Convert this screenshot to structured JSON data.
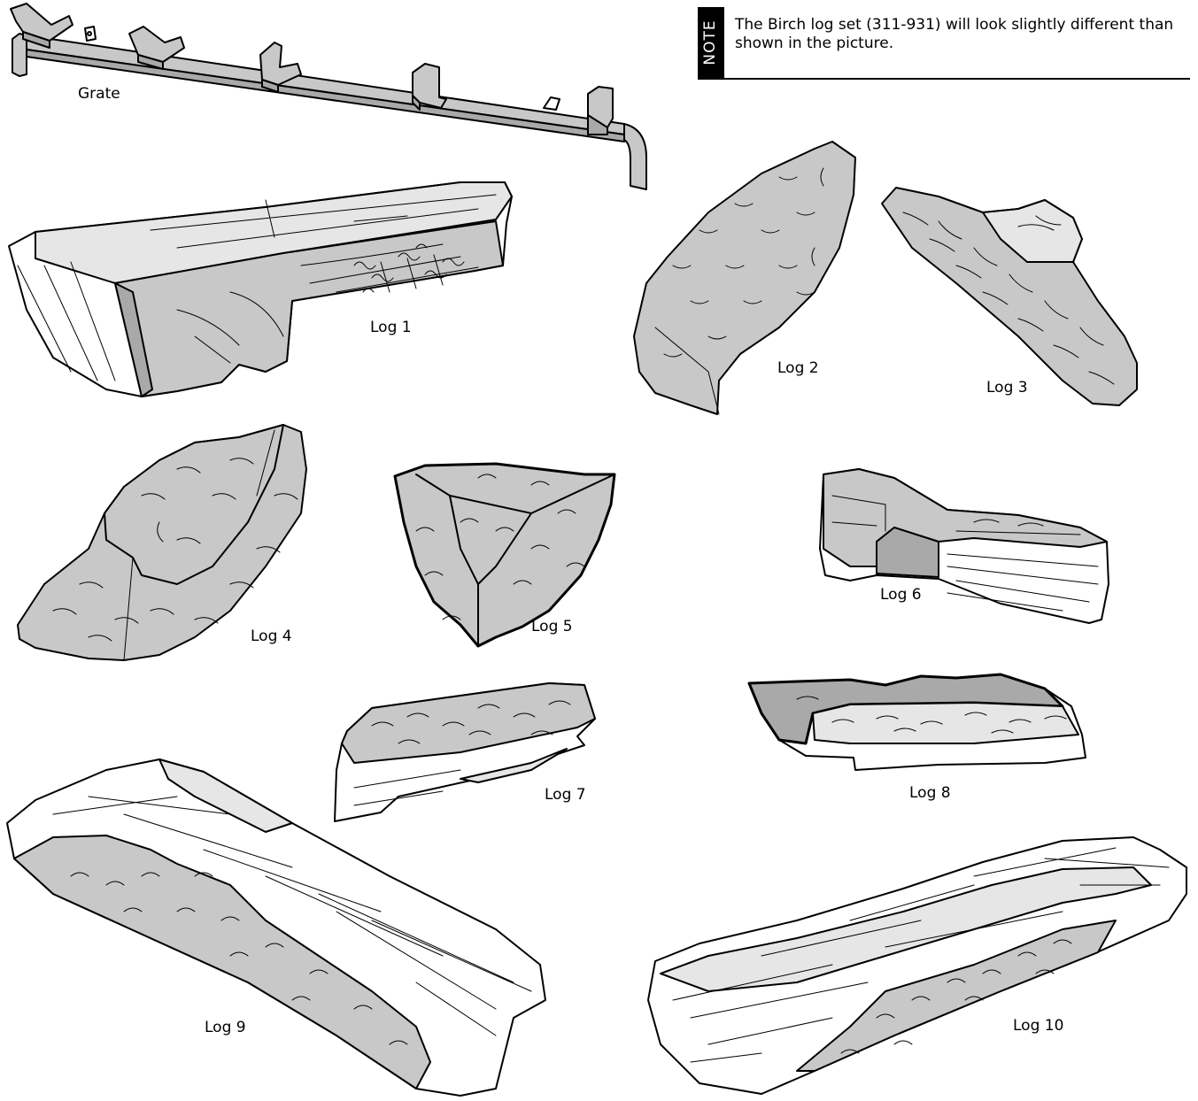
{
  "note": {
    "tag": "NOTE",
    "text": "The Birch log set (311-931) will look slightly different than shown in the picture."
  },
  "labels": {
    "grate": "Grate",
    "log1": "Log 1",
    "log2": "Log 2",
    "log3": "Log 3",
    "log4": "Log 4",
    "log5": "Log 5",
    "log6": "Log 6",
    "log7": "Log 7",
    "log8": "Log 8",
    "log9": "Log 9",
    "log10": "Log 10"
  },
  "colors": {
    "bark_gray": "#c8c8c8",
    "bark_dark": "#a9a9a9",
    "light_face": "#e6e6e6",
    "white_face": "#ffffff",
    "outline": "#000000"
  }
}
